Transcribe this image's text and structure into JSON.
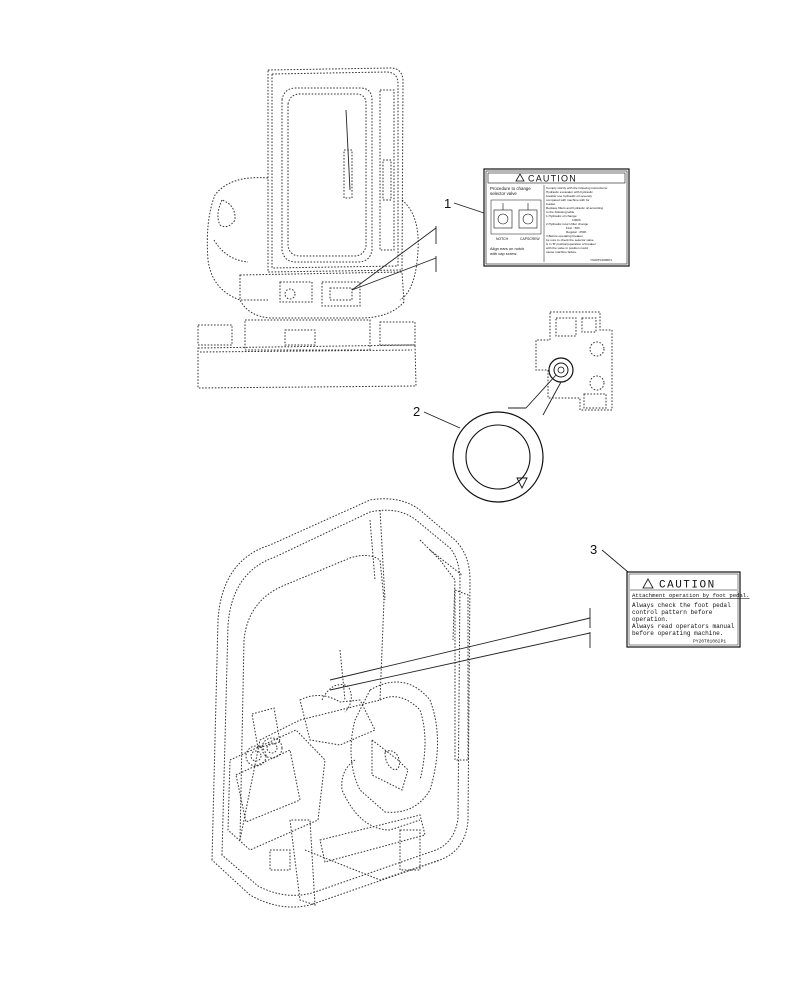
{
  "callouts": [
    "1",
    "2",
    "3"
  ],
  "decal_1": {
    "header": "CAUTION",
    "left_title_1": "Procedure to change",
    "left_title_2": "selector valve",
    "left_tag_a": "NOTCH",
    "left_tag_b": "CAPSCREW",
    "left_footer_1": "Align ears on notch",
    "left_footer_2": "with cap screw.",
    "right_line_1": "Comply strictly with the following instructions:",
    "right_line_2": "Hydraulic excavator with hydraulic",
    "right_line_3": "breaker use hydraulic oil severely",
    "right_line_4": "compared with machine with for",
    "right_line_5": "bucket.",
    "right_line_6": "Replace filters and hydraulic oil according",
    "right_line_7": "to the following table.",
    "right_line_8": "1.Hydraulic oil change:",
    "right_line_9": "1000h",
    "right_line_10": "2.Hydraulic return filter change",
    "right_line_11": "First : 50h",
    "right_line_12": "Regular : 250h",
    "right_line_13": "3.Before operating breaker,",
    "right_line_14": "be sure to check the selector valve",
    "right_line_15": "is in 'B' position(operation of breaker",
    "right_line_16": "with the valve in   position could",
    "right_line_17": "cause machine failure.",
    "part_code": "YN20T01006P1"
  },
  "decal_3": {
    "header": "CAUTION",
    "subtitle": "Attachment operation by foot pedal.",
    "line_1": "Always check the foot pedal",
    "line_2": "control pattern before",
    "line_3": "operation.",
    "line_4": "Always read operators manual",
    "line_5": "before operating machine.",
    "part_code": "PY20T01082P1"
  },
  "icons": [
    "warning-triangle-icon",
    "selector-valve-icon",
    "ring-seal-icon"
  ]
}
